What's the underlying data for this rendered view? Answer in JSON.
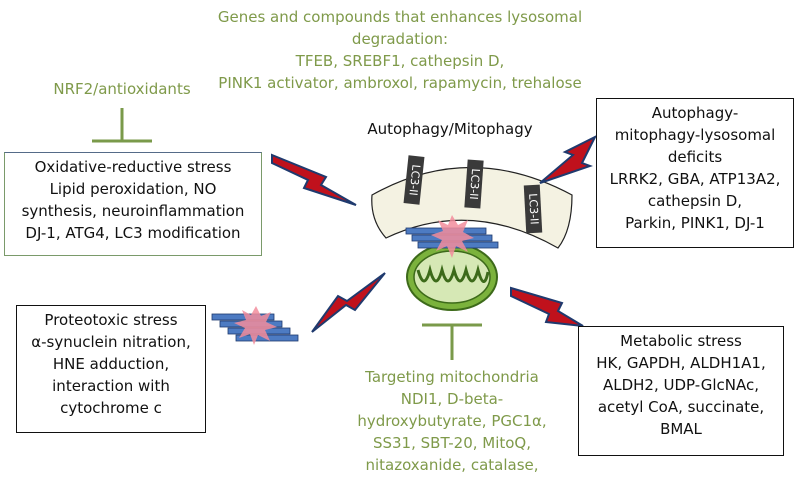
{
  "top_title": {
    "lines": [
      "Genes and compounds that enhances lysosomal",
      "degradation:",
      "TFEB, SREBF1, cathepsin D,",
      "PINK1 activator, ambroxol, rapamycin, trehalose"
    ]
  },
  "nrf2_label": "NRF2/antioxidants",
  "center_label": "Autophagy/Mitophagy",
  "lc3_label": "LC3-II",
  "oxidative_box": {
    "lines": [
      "Oxidative-reductive stress",
      "Lipid peroxidation, NO",
      "synthesis, neuroinflammation",
      "DJ-1, ATG4, LC3 modification"
    ]
  },
  "autophagy_deficits_box": {
    "lines": [
      "Autophagy-",
      "mitophagy-lysosomal",
      "deficits",
      "LRRK2, GBA, ATP13A2,",
      "cathepsin D,",
      "Parkin, PINK1, DJ-1"
    ]
  },
  "proteotoxic_box": {
    "lines": [
      "Proteotoxic stress",
      "α-synuclein nitration,",
      "HNE adduction,",
      "interaction with",
      "cytochrome c"
    ]
  },
  "metabolic_box": {
    "lines": [
      "Metabolic stress",
      "HK, GAPDH, ALDH1A1,",
      "ALDH2, UDP-GlcNAc,",
      "acetyl CoA, succinate,",
      "BMAL"
    ]
  },
  "targeting_text": {
    "lines": [
      "Targeting mitochondria",
      "NDI1, D-beta-",
      "hydroxybutyrate, PGC1α,",
      "SS31, SBT-20, MitoQ,",
      "nitazoxanide, catalase,"
    ]
  },
  "colors": {
    "green_text": "#7f9a4a",
    "bolt_red": "#c0111c",
    "bolt_outline": "#1f3a6e",
    "lc3_dark": "#3a3a3a",
    "fibril_blue": "#4d7bc2",
    "fibril_pink": "#f28d9c",
    "mito_green": "#7bb23c",
    "box_border_green": "#7a9a6a"
  }
}
